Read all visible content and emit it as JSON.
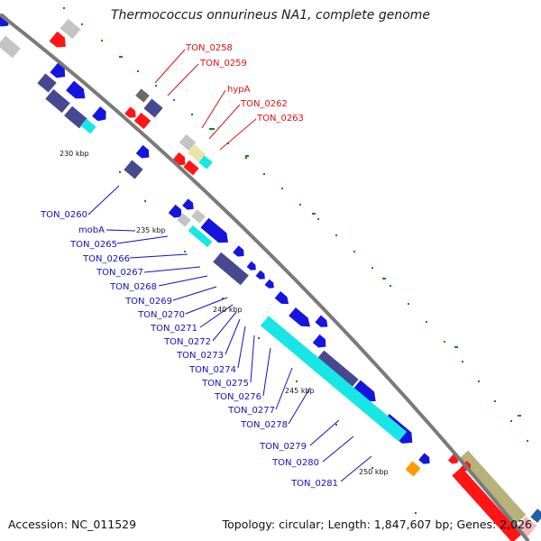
{
  "title": "Thermococcus onnurineus NA1, complete genome",
  "accession": "Accession: NC_011529",
  "topology": "Topology: circular; Length: 1,847,607 bp; Genes: 2,026",
  "colors": {
    "backbone": "#7a7a7a",
    "cds_blue": "#1515dd",
    "cds_slate": "#484890",
    "cds_cyan": "#18e6e6",
    "cds_red": "#ff1515",
    "cds_gray": "#c4c4c4",
    "cds_khaki": "#b7b27a",
    "cds_cream": "#ece4a6",
    "cds_orange": "#ff9a00",
    "label_red": "#e01010",
    "label_blue": "#1010c0",
    "ring_dot": "#118811"
  },
  "ticks": [
    "230 kbp",
    "235 kbp",
    "240 kbp",
    "245 kbp",
    "250 kbp"
  ],
  "labels_red": [
    "TON_0258",
    "TON_0259",
    "hypA",
    "TON_0262",
    "TON_0263"
  ],
  "labels_blue": [
    "TON_0260",
    "mobA",
    "TON_0265",
    "TON_0266",
    "TON_0267",
    "TON_0268",
    "TON_0269",
    "TON_0270",
    "TON_0271",
    "TON_0272",
    "TON_0273",
    "TON_0274",
    "TON_0275",
    "TON_0276",
    "TON_0277",
    "TON_0278",
    "TON_0279",
    "TON_0280",
    "TON_0281"
  ]
}
